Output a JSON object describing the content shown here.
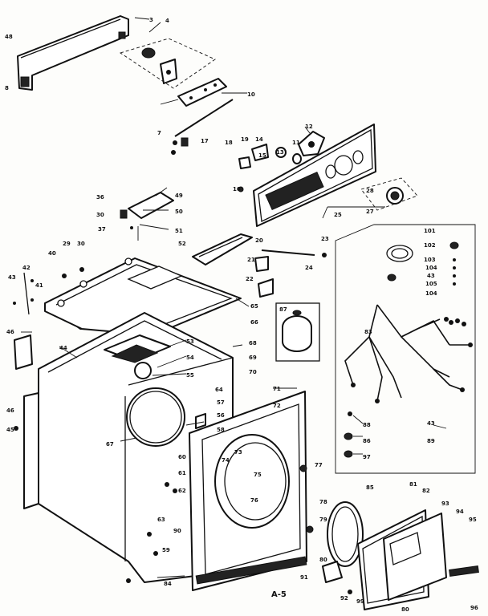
{
  "figure_label": "A-5",
  "callouts": [
    {
      "id": "c3",
      "text": "3"
    },
    {
      "id": "c4",
      "text": "4"
    },
    {
      "id": "c48",
      "text": "48"
    },
    {
      "id": "c8",
      "text": "8"
    },
    {
      "id": "c10",
      "text": "10"
    },
    {
      "id": "c12",
      "text": "12"
    },
    {
      "id": "c7",
      "text": "7"
    },
    {
      "id": "c11",
      "text": "11"
    },
    {
      "id": "c17",
      "text": "17"
    },
    {
      "id": "c18",
      "text": "18"
    },
    {
      "id": "c19",
      "text": "19"
    },
    {
      "id": "c14",
      "text": "14"
    },
    {
      "id": "c15",
      "text": "15"
    },
    {
      "id": "c13",
      "text": "13"
    },
    {
      "id": "c16",
      "text": "16"
    },
    {
      "id": "c25",
      "text": "25"
    },
    {
      "id": "c27a",
      "text": "27"
    },
    {
      "id": "c28",
      "text": "28"
    },
    {
      "id": "c36",
      "text": "36"
    },
    {
      "id": "c30a",
      "text": "30"
    },
    {
      "id": "c37",
      "text": "37"
    },
    {
      "id": "c49",
      "text": "49"
    },
    {
      "id": "c50",
      "text": "50"
    },
    {
      "id": "c51",
      "text": "51"
    },
    {
      "id": "c52",
      "text": "52"
    },
    {
      "id": "c20",
      "text": "20"
    },
    {
      "id": "c23",
      "text": "23"
    },
    {
      "id": "c21",
      "text": "21"
    },
    {
      "id": "c24",
      "text": "24"
    },
    {
      "id": "c22",
      "text": "22"
    },
    {
      "id": "c101",
      "text": "101"
    },
    {
      "id": "c102",
      "text": "102"
    },
    {
      "id": "c103",
      "text": "103"
    },
    {
      "id": "c104a",
      "text": "104"
    },
    {
      "id": "c43a",
      "text": "43"
    },
    {
      "id": "c105",
      "text": "105"
    },
    {
      "id": "c104b",
      "text": "104"
    },
    {
      "id": "c29",
      "text": "29"
    },
    {
      "id": "c30b",
      "text": "30"
    },
    {
      "id": "c40",
      "text": "40"
    },
    {
      "id": "c42",
      "text": "42"
    },
    {
      "id": "c41",
      "text": "41"
    },
    {
      "id": "c43b",
      "text": "43"
    },
    {
      "id": "c65",
      "text": "65"
    },
    {
      "id": "c66",
      "text": "66"
    },
    {
      "id": "c87",
      "text": "87"
    },
    {
      "id": "c83",
      "text": "83"
    },
    {
      "id": "c44",
      "text": "44"
    },
    {
      "id": "c46a",
      "text": "46"
    },
    {
      "id": "c53",
      "text": "53"
    },
    {
      "id": "c54",
      "text": "54"
    },
    {
      "id": "c55",
      "text": "55"
    },
    {
      "id": "c68",
      "text": "68"
    },
    {
      "id": "c69",
      "text": "69"
    },
    {
      "id": "c70",
      "text": "70"
    },
    {
      "id": "c71",
      "text": "71"
    },
    {
      "id": "c72",
      "text": "72"
    },
    {
      "id": "c64",
      "text": "64"
    },
    {
      "id": "c57",
      "text": "57"
    },
    {
      "id": "c56",
      "text": "56"
    },
    {
      "id": "c58",
      "text": "58"
    },
    {
      "id": "c46b",
      "text": "46"
    },
    {
      "id": "c45",
      "text": "45"
    },
    {
      "id": "c67",
      "text": "67"
    },
    {
      "id": "c60",
      "text": "60"
    },
    {
      "id": "c61",
      "text": "61"
    },
    {
      "id": "c62",
      "text": "62"
    },
    {
      "id": "c63",
      "text": "63"
    },
    {
      "id": "c73",
      "text": "73"
    },
    {
      "id": "c74",
      "text": "74"
    },
    {
      "id": "c75",
      "text": "75"
    },
    {
      "id": "c76",
      "text": "76"
    },
    {
      "id": "c77",
      "text": "77"
    },
    {
      "id": "c88",
      "text": "88"
    },
    {
      "id": "c86",
      "text": "86"
    },
    {
      "id": "c97",
      "text": "97"
    },
    {
      "id": "c43c",
      "text": "43"
    },
    {
      "id": "c89",
      "text": "89"
    },
    {
      "id": "c85",
      "text": "85"
    },
    {
      "id": "c81",
      "text": "81"
    },
    {
      "id": "c82",
      "text": "82"
    },
    {
      "id": "c93",
      "text": "93"
    },
    {
      "id": "c94",
      "text": "94"
    },
    {
      "id": "c95",
      "text": "95"
    },
    {
      "id": "c78",
      "text": "78"
    },
    {
      "id": "c79",
      "text": "79"
    },
    {
      "id": "c80a",
      "text": "80"
    },
    {
      "id": "c59",
      "text": "59"
    },
    {
      "id": "c84",
      "text": "84"
    },
    {
      "id": "c80b",
      "text": "80"
    },
    {
      "id": "c96",
      "text": "96"
    },
    {
      "id": "c99",
      "text": "99"
    },
    {
      "id": "c90",
      "text": "90"
    },
    {
      "id": "c91",
      "text": "91"
    },
    {
      "id": "c92",
      "text": "92"
    }
  ]
}
